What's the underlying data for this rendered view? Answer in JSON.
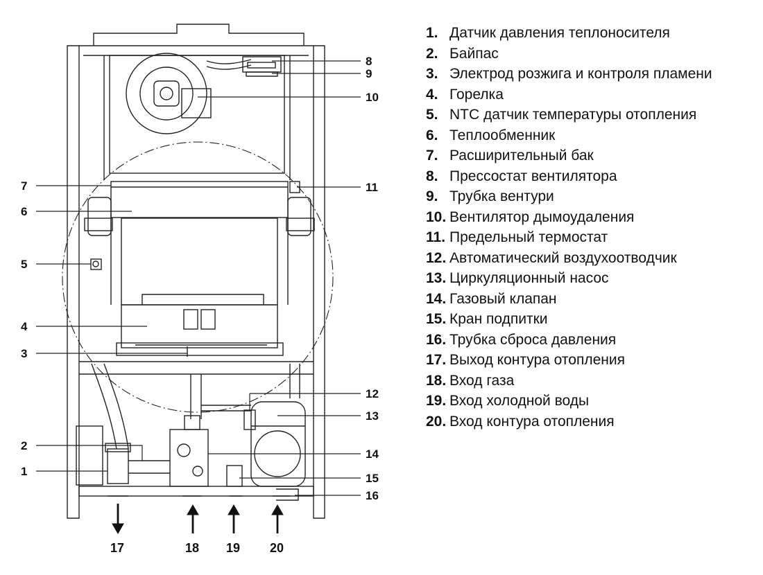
{
  "legend": [
    {
      "number": "1.",
      "text": "Датчик давления теплоносителя"
    },
    {
      "number": "2.",
      "text": "Байпас"
    },
    {
      "number": "3.",
      "text": "Электрод розжига и контроля пламени"
    },
    {
      "number": "4.",
      "text": "Горелка"
    },
    {
      "number": "5.",
      "text": "NTC датчик температуры отопления"
    },
    {
      "number": "6.",
      "text": "Теплообменник"
    },
    {
      "number": "7.",
      "text": "Расширительный бак"
    },
    {
      "number": "8.",
      "text": "Прессостат вентилятора"
    },
    {
      "number": "9.",
      "text": "Трубка вентури"
    },
    {
      "number": "10.",
      "text": "Вентилятор дымоудаления"
    },
    {
      "number": "11.",
      "text": "Предельный термостат"
    },
    {
      "number": "12.",
      "text": "Автоматический воздухоотводчик"
    },
    {
      "number": "13.",
      "text": "Циркуляционный насос"
    },
    {
      "number": "14.",
      "text": "Газовый клапан"
    },
    {
      "number": "15.",
      "text": "Кран подпитки"
    },
    {
      "number": "16.",
      "text": "Трубка сброса давления"
    },
    {
      "number": "17.",
      "text": "Выход контура отопления"
    },
    {
      "number": "18.",
      "text": "Вход газа"
    },
    {
      "number": "19.",
      "text": "Вход холодной воды"
    },
    {
      "number": "20.",
      "text": "Вход контура отопления"
    }
  ],
  "callouts": {
    "c1": "1",
    "c2": "2",
    "c3": "3",
    "c4": "4",
    "c5": "5",
    "c6": "6",
    "c7": "7",
    "c8": "8",
    "c9": "9",
    "c10": "10",
    "c11": "11",
    "c12": "12",
    "c13": "13",
    "c14": "14",
    "c15": "15",
    "c16": "16",
    "c17": "17",
    "c18": "18",
    "c19": "19",
    "c20": "20"
  }
}
